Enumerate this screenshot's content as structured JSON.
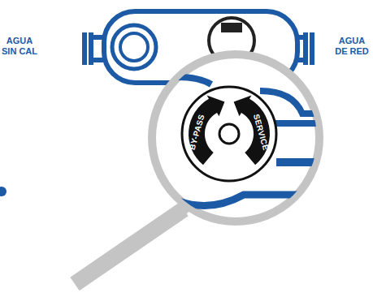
{
  "diagram": {
    "labels": [
      "AGUA SIN CAL",
      "AGUA DE RED",
      "BY-PASS",
      "SERVICE"
    ]
  }
}
